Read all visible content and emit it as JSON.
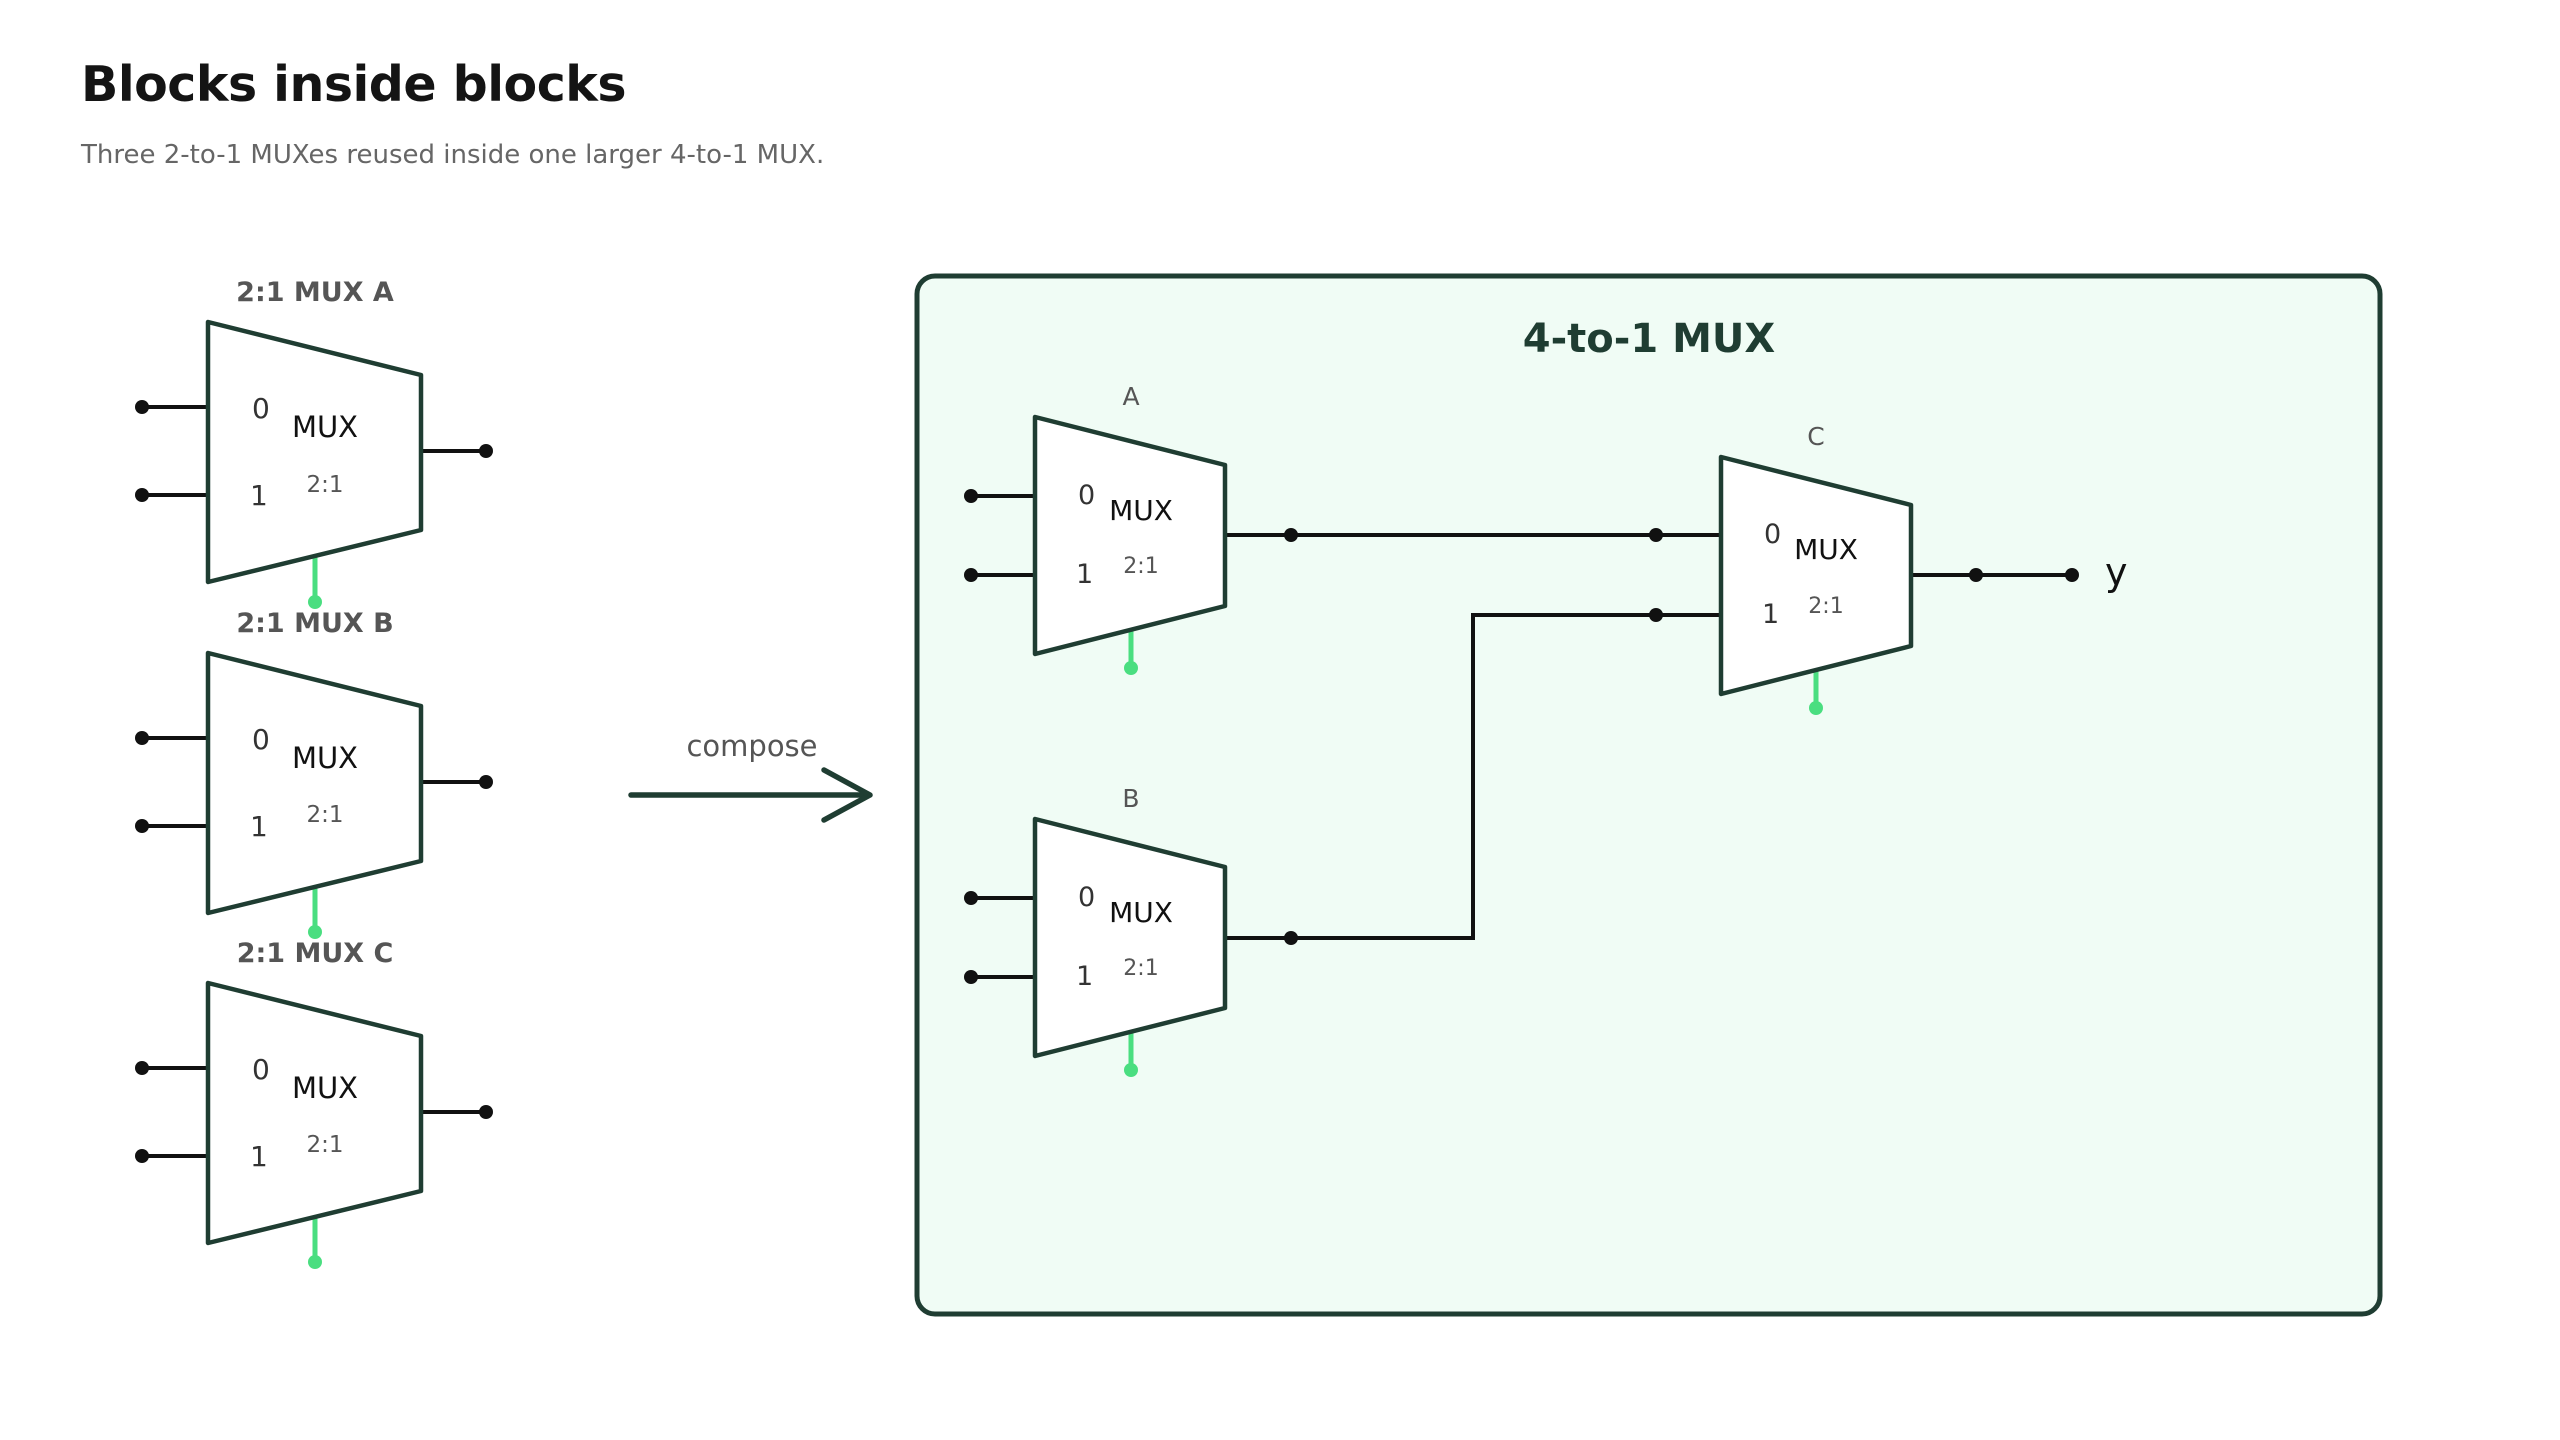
{
  "title": "Blocks inside blocks",
  "subtitle": "Three 2-to-1 MUXes reused inside one larger 4-to-1 MUX.",
  "colors": {
    "stroke": "#1f3d32",
    "select_line": "#4ade80",
    "container_fill": "#f0fcf5",
    "wire": "#111111"
  },
  "left_blocks": [
    {
      "label": "2:1 MUX A",
      "body": "MUX",
      "ratio": "2:1",
      "in0": "0",
      "in1": "1"
    },
    {
      "label": "2:1 MUX B",
      "body": "MUX",
      "ratio": "2:1",
      "in0": "0",
      "in1": "1"
    },
    {
      "label": "2:1 MUX C",
      "body": "MUX",
      "ratio": "2:1",
      "in0": "0",
      "in1": "1"
    }
  ],
  "arrow_label": "compose",
  "container": {
    "title": "4-to-1 MUX",
    "blocks": [
      {
        "label": "A",
        "body": "MUX",
        "ratio": "2:1",
        "in0": "0",
        "in1": "1"
      },
      {
        "label": "B",
        "body": "MUX",
        "ratio": "2:1",
        "in0": "0",
        "in1": "1"
      },
      {
        "label": "C",
        "body": "MUX",
        "ratio": "2:1",
        "in0": "0",
        "in1": "1"
      }
    ],
    "output_label": "y"
  }
}
